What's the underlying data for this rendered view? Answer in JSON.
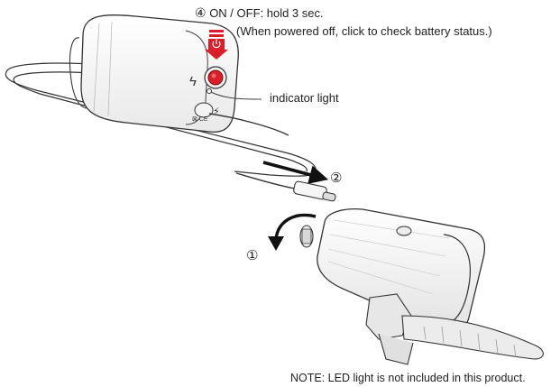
{
  "steps": {
    "step1": {
      "number": "①"
    },
    "step2": {
      "number": "②"
    },
    "step4": {
      "number": "④",
      "text": "ON / OFF: hold 3 sec.",
      "subtext": "(When powered off, click to check battery status.)"
    }
  },
  "callouts": {
    "indicator": "indicator light"
  },
  "note": "NOTE: LED light is not included in this product.",
  "power_pack_markings": {
    "lightning": "ϟ",
    "usb": "⚡",
    "marks": "⊠ CE"
  },
  "colors": {
    "power_button": "#d9202a",
    "arrow": "#111111",
    "outline": "#333333"
  },
  "icons": {
    "power_symbol": "power-icon"
  }
}
